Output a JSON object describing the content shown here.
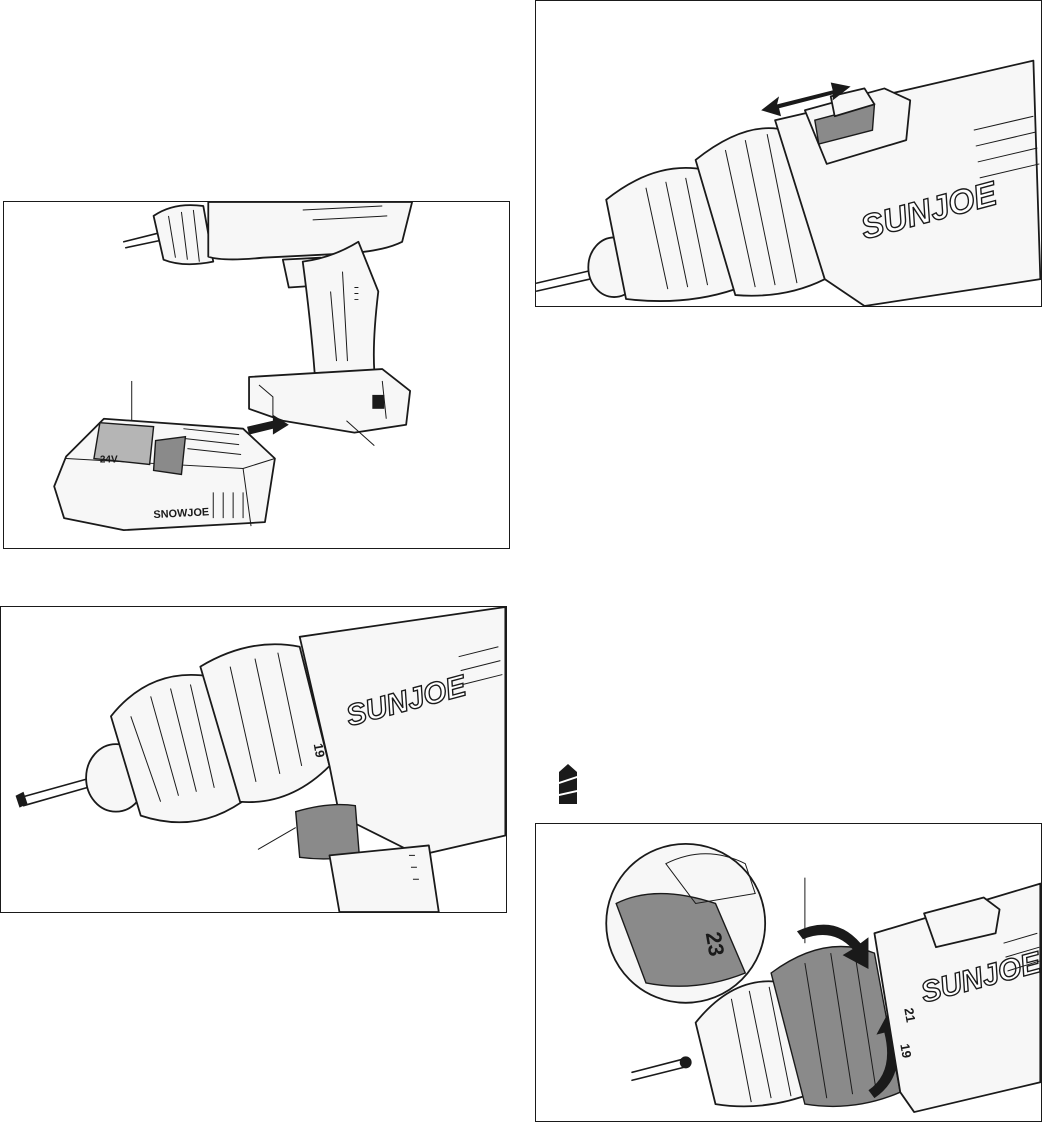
{
  "brand": {
    "logo_text": "SUNJOE",
    "battery_label": "SNOWJOE",
    "battery_badge": "24V"
  },
  "torque_dial": {
    "numbers_visible": [
      "19",
      "21",
      "23"
    ]
  },
  "figures": [
    {
      "id": "battery-install",
      "content": "battery pack sliding into drill handle base"
    },
    {
      "id": "trigger",
      "content": "drill with variable speed trigger highlighted"
    },
    {
      "id": "direction-switch",
      "content": "forward/reverse switch with double arrow"
    },
    {
      "id": "torque-collar",
      "content": "torque adjustment collar with rotation arrows and zoom inset"
    }
  ],
  "drill_mode_icon": "drill-bit-icon",
  "colors": {
    "line": "#1a1a1a",
    "highlight": "#8a8a8a",
    "background": "#ffffff"
  }
}
